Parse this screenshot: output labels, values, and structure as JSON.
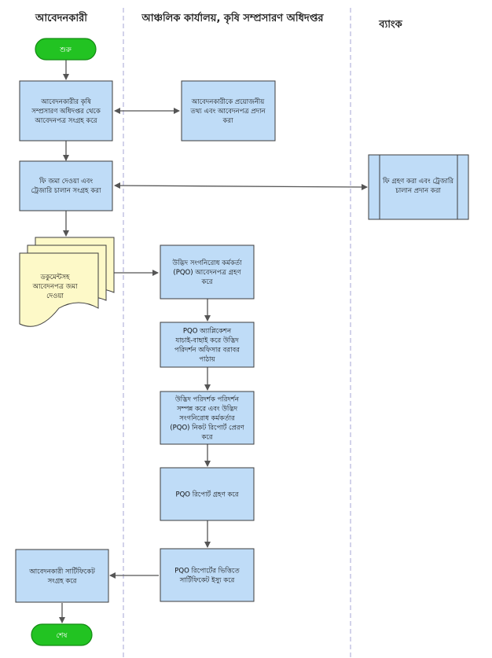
{
  "lanes": [
    {
      "id": "applicant",
      "title": "আবেদনকারী"
    },
    {
      "id": "office",
      "title": "আঞ্চলিক কার্যালয়, কৃষি সম্প্রসারণ অধিদপ্তর"
    },
    {
      "id": "bank",
      "title": "ব্যাংক"
    }
  ],
  "nodes": {
    "start": {
      "label": "শুরু"
    },
    "collect_form": {
      "lines": [
        "আবেদনকারীর কৃষি",
        "সম্প্রসারণ অধিদপ্তর থেকে",
        "আবেদনপত্র সংগ্রহ করে"
      ]
    },
    "provide_info": {
      "lines": [
        "আবেদনকারীকে প্রয়োজনীয়",
        "তথ্য এবং আবেদনপত্র প্রদান",
        "করা"
      ]
    },
    "pay_fee": {
      "lines": [
        "ফি জমা দেওয়া এবং",
        "ট্রেজারি চালান সংগ্রহ করা"
      ]
    },
    "bank_receive": {
      "lines": [
        "ফি গ্রহণ করা এবং ট্রেজারি",
        "চালান প্রদান করা"
      ]
    },
    "submit_docs": {
      "lines": [
        "ডকুমেন্টসহ",
        "আবেদনপত্র জমা",
        "দেওয়া"
      ]
    },
    "pqo_receive_app": {
      "lines": [
        "উদ্ভিদ সংগনিরোধ কর্মকর্তা",
        "(PQO) আবেদনপত্র গ্রহণ",
        "করে"
      ]
    },
    "pqo_verify": {
      "lines": [
        "PQO অ্যাপ্লিকেশন",
        "যাচাই-বাছাই করে উদ্ভিদ",
        "পরিদর্শন অফিসার বরাবর",
        "পাঠায়"
      ]
    },
    "inspector_inspect": {
      "lines": [
        "উদ্ভিদ পরিদর্শক পরিদর্শন",
        "সম্পন্ন করে এবং উদ্ভিদ",
        "সংগনিরোধ কর্মকর্তার",
        "(PQO) নিকট রিপোর্ট প্রেরণ",
        "করে"
      ]
    },
    "pqo_receive_report": {
      "lines": [
        "PQO রিপোর্ট গ্রহণ করে"
      ]
    },
    "pqo_issue_cert": {
      "lines": [
        "PQO রিপোর্টের ভিত্তিতে",
        "সার্টিফিকেট ইস্যু করে"
      ]
    },
    "applicant_collect_cert": {
      "lines": [
        "আবেদনকারী সার্টিফিকেট",
        "সংগ্রহ করে"
      ]
    },
    "end": {
      "label": "শেষ"
    }
  },
  "colors": {
    "box_fill": "#bfdcf7",
    "box_stroke": "#3d3d3d",
    "terminal_fill": "#22c322",
    "terminal_stroke": "#138a13",
    "document_fill": "#fdf9c8",
    "lane_divider": "#b4b4dc",
    "arrow": "#555555"
  }
}
